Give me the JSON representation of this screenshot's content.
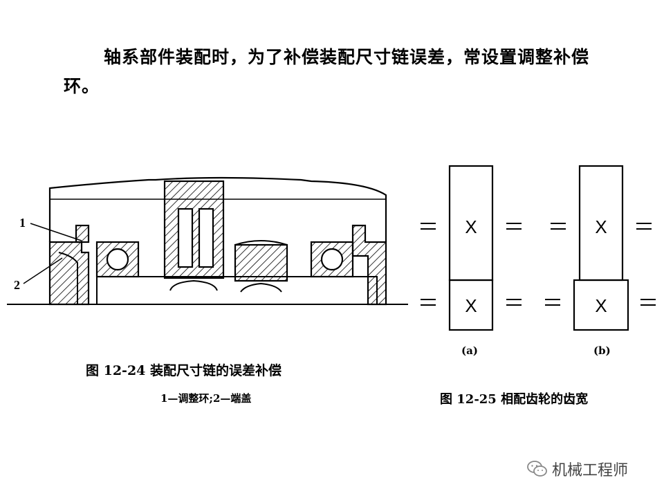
{
  "intro": {
    "text": "轴系部件装配时，为了补偿装配尺寸链误差，常设置调整补偿环。"
  },
  "figure_12_24": {
    "caption": "图 12-24  装配尺寸链的误差补偿",
    "legend": "1—调整环;2—端盖",
    "labels": [
      "1",
      "2"
    ]
  },
  "figure_12_25": {
    "caption": "图 12-25  相配齿轮的齿宽",
    "subfigures": [
      "(a)",
      "(b)"
    ],
    "gear_mark": "X"
  },
  "watermark": {
    "icon": "wechat-icon",
    "text": "机械工程师"
  }
}
